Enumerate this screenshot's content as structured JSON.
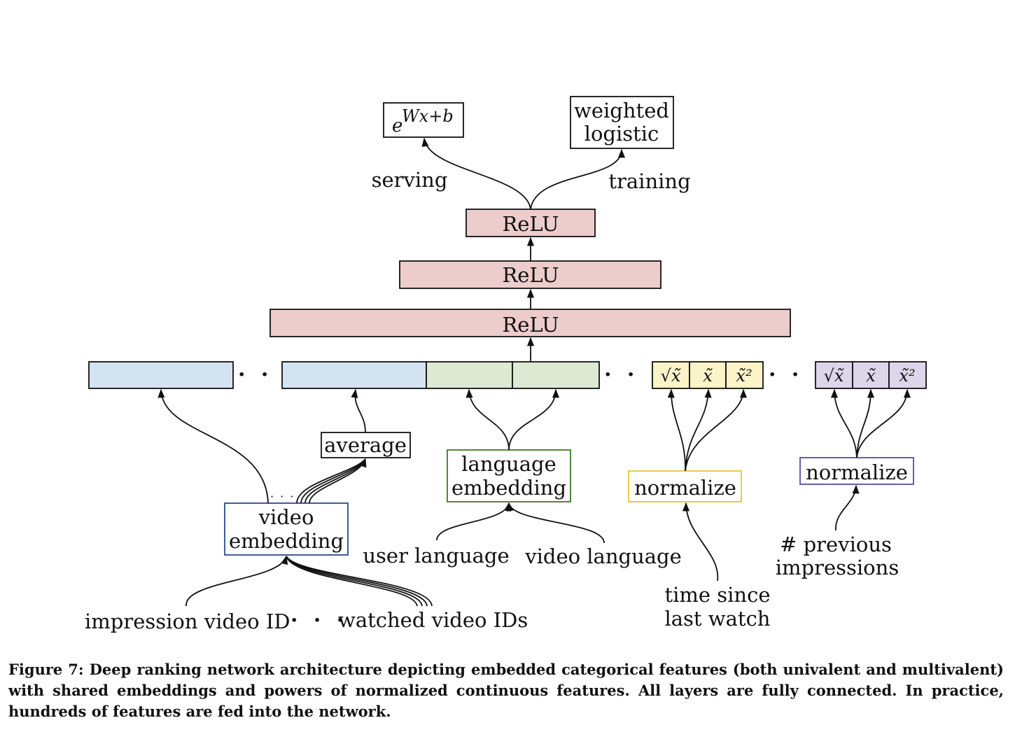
{
  "nodes": {
    "exp": {
      "label": ""
    },
    "weighted_logistic": {
      "line1": "weighted",
      "line2": "logistic"
    },
    "serving": "serving",
    "training": "training",
    "relu_top": "ReLU",
    "relu_mid": "ReLU",
    "relu_bottom": "ReLU",
    "average": "average",
    "video_embedding": {
      "line1": "video",
      "line2": "embedding"
    },
    "language_embedding": {
      "line1": "language",
      "line2": "embedding"
    },
    "normalize_yellow": "normalize",
    "normalize_purple": "normalize",
    "impression_video_id": "impression video ID",
    "watched_video_ids": "watched video IDs",
    "user_language": "user language",
    "video_language": "video language",
    "time_since": {
      "line1": "time since",
      "line2": "last watch"
    },
    "previous_impressions": {
      "line1": "# previous",
      "line2": "impressions"
    },
    "ellipsis": "· · ·",
    "small_ellipsis": "· · ·"
  },
  "feature_cells": {
    "yellow": [
      "√x̃",
      "x̃",
      "x̃²"
    ],
    "purple": [
      "√x̃",
      "x̃",
      "x̃²"
    ]
  },
  "colors": {
    "relu": "#edcccc",
    "video_feature": "#d3e3f1",
    "language_feature": "#dde9d3",
    "yellow_feature": "#fcf3c8",
    "purple_feature": "#ddd6ea",
    "video_embedding_border": "#2c4a8c",
    "language_embedding_border": "#3d7a2a",
    "normalize_yellow_border": "#e8c33a",
    "normalize_purple_border": "#5b4ba6"
  },
  "caption": "Figure 7: Deep ranking network architecture depicting embedded categorical features (both univalent and multivalent) with shared embeddings and powers of normalized continuous features.  All layers are fully connected. In practice, hundreds of features are fed into the network."
}
